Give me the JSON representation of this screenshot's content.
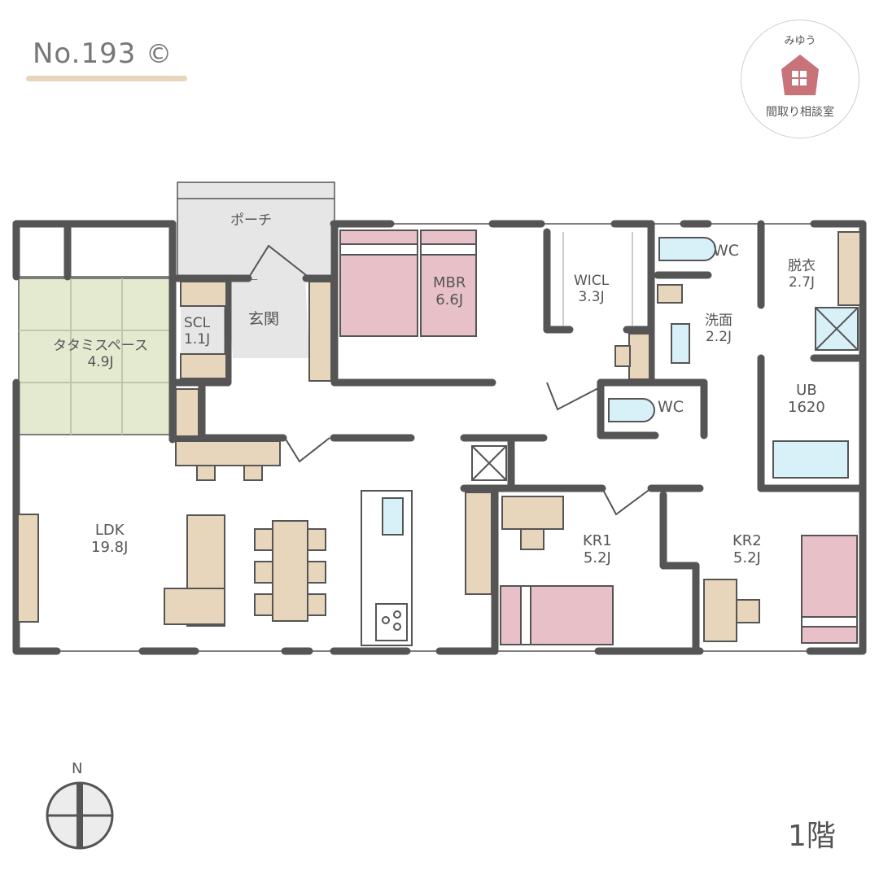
{
  "header": {
    "plan_number": "No.193",
    "copyright_mark": "©"
  },
  "logo": {
    "top_text": "みゆう",
    "bottom_text": "間取り相談室",
    "icon": "house-icon",
    "color": "#c8727a"
  },
  "colors": {
    "wall": "#555555",
    "furniture_wood": "#e8d6bc",
    "bed_pink": "#e8c1c8",
    "water_blue": "#d8f0f8",
    "tatami_green": "#e3eacf",
    "tatami_line": "#bfc7a8",
    "entry_gray": "#e6e6e6"
  },
  "rooms": {
    "porch": {
      "name": "ポーチ"
    },
    "entrance": {
      "name": "玄関"
    },
    "shoe_closet": {
      "name": "SCL",
      "size": "1.1J"
    },
    "tatami_space": {
      "name": "タタミスペース",
      "size": "4.9J"
    },
    "master_bedroom": {
      "name": "MBR",
      "size": "6.6J"
    },
    "walk_in_closet": {
      "name": "WICL",
      "size": "3.3J"
    },
    "toilet_upper": {
      "name": "WC"
    },
    "toilet_lower": {
      "name": "WC"
    },
    "washroom": {
      "name": "洗面",
      "size": "2.2J"
    },
    "dressing_room": {
      "name": "脱衣",
      "size": "2.7J"
    },
    "unit_bath": {
      "name": "UB",
      "size": "1620"
    },
    "ldk": {
      "name": "LDK",
      "size": "19.8J"
    },
    "kids_room_1": {
      "name": "KR1",
      "size": "5.2J"
    },
    "kids_room_2": {
      "name": "KR2",
      "size": "5.2J"
    }
  },
  "compass": {
    "label": "N"
  },
  "floor_label": "1階"
}
